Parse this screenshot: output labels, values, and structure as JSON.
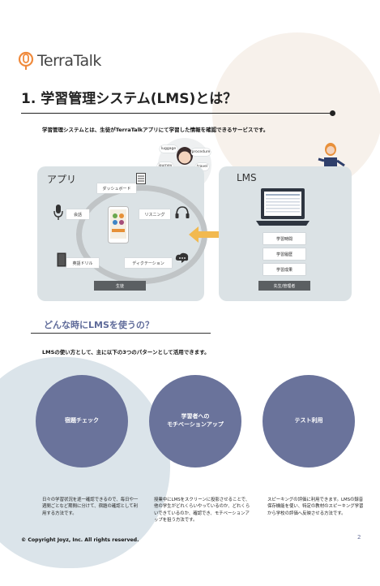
{
  "logo": {
    "text": "TerraTalk"
  },
  "header": {
    "title": "1. 学習管理システム(LMS)とは？"
  },
  "intro": "学習管理システムとは、生徒がTerraTalkアプリにて学習した情報を確認できるサービスです。",
  "illustration": {
    "bubbles": [
      "luggage",
      "procedure",
      "journey",
      "travel"
    ]
  },
  "app_panel": {
    "title": "アプリ",
    "chips": [
      "ダッシュボード",
      "会話",
      "リスニング",
      "英語ドリル",
      "ディクテーション"
    ],
    "bottom_label": "生徒"
  },
  "lms_panel": {
    "title": "LMS",
    "buttons": [
      "学習時間",
      "学習履歴",
      "学習成果"
    ],
    "bottom_label": "先生/管理者"
  },
  "section2": {
    "title": "どんな時にLMSを使うの？",
    "text": "LMSの使い方として、主に以下の3つのパターンとして活用できます。"
  },
  "patterns": [
    {
      "title": "宿題チェック",
      "desc": "日々の学習状況を逐一確認できるので、毎日や一週間ごとなど期間に分けて、宿題の確認として利用する方法です。"
    },
    {
      "title_line1": "学習者への",
      "title_line2": "モチベーションアップ",
      "desc": "授業中にLMSをスクリーンに投影させることで、他の学生がどれくらいやっているのか、どれくらいできているのか、確認でき、モチベーションアップを狙う方法です。"
    },
    {
      "title": "テスト利用",
      "desc": "スピーキングの評価に利用できます。LMSの録音保存機能を使い、特定の教材のスピーキング学習から学校の評価へ反映させる方法です。"
    }
  ],
  "footer": {
    "copyright": "© Copyright Joyz, Inc. All rights reserved.",
    "page_number": "2"
  },
  "colors": {
    "accent": "#6a739b",
    "logo_orange": "#f08a3c",
    "panel": "#dbe2e5",
    "arrow": "#f2b94f"
  }
}
